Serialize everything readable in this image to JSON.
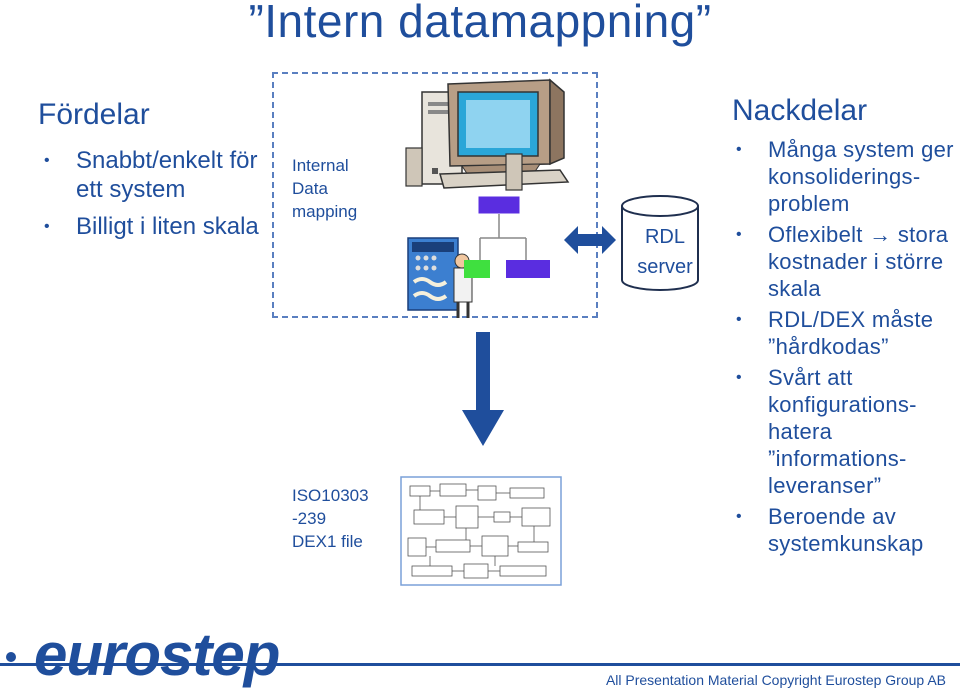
{
  "slide": {
    "title": "”Intern datamappning”"
  },
  "left": {
    "heading": "Fördelar",
    "items": [
      {
        "text": "Snabbt/enkelt för ett system"
      },
      {
        "text": "Billigt i liten skala"
      }
    ]
  },
  "center": {
    "internal_label": "Internal\nData\nmapping",
    "iso_label": "ISO10303\n-239\nDEX1 file",
    "rdl_label": "RDL\nserver"
  },
  "right": {
    "heading": "Nackdelar",
    "items": [
      {
        "text": "Många system ger konsoliderings-problem"
      },
      {
        "text": "Oflexibelt → stora kostnader i större skala"
      },
      {
        "text": "RDL/DEX måste ”hårdkodas”"
      },
      {
        "text": "Svårt att konfigurations-hatera ”informations-leveranser”"
      },
      {
        "text": "Beroende av systemkunskap"
      }
    ]
  },
  "footer": {
    "logo": "eurostep",
    "copyright": "All Presentation Material Copyright Eurostep Group AB"
  },
  "colors": {
    "primary": "#1f4e9c",
    "accent_magenta": "#5a2de0",
    "accent_green": "#3fe03f"
  },
  "icons": [
    "computer-icon",
    "control-panel-icon",
    "engineer-icon",
    "database-cylinder-icon",
    "double-arrow-icon",
    "down-arrow-icon",
    "schematic-diagram-icon"
  ]
}
